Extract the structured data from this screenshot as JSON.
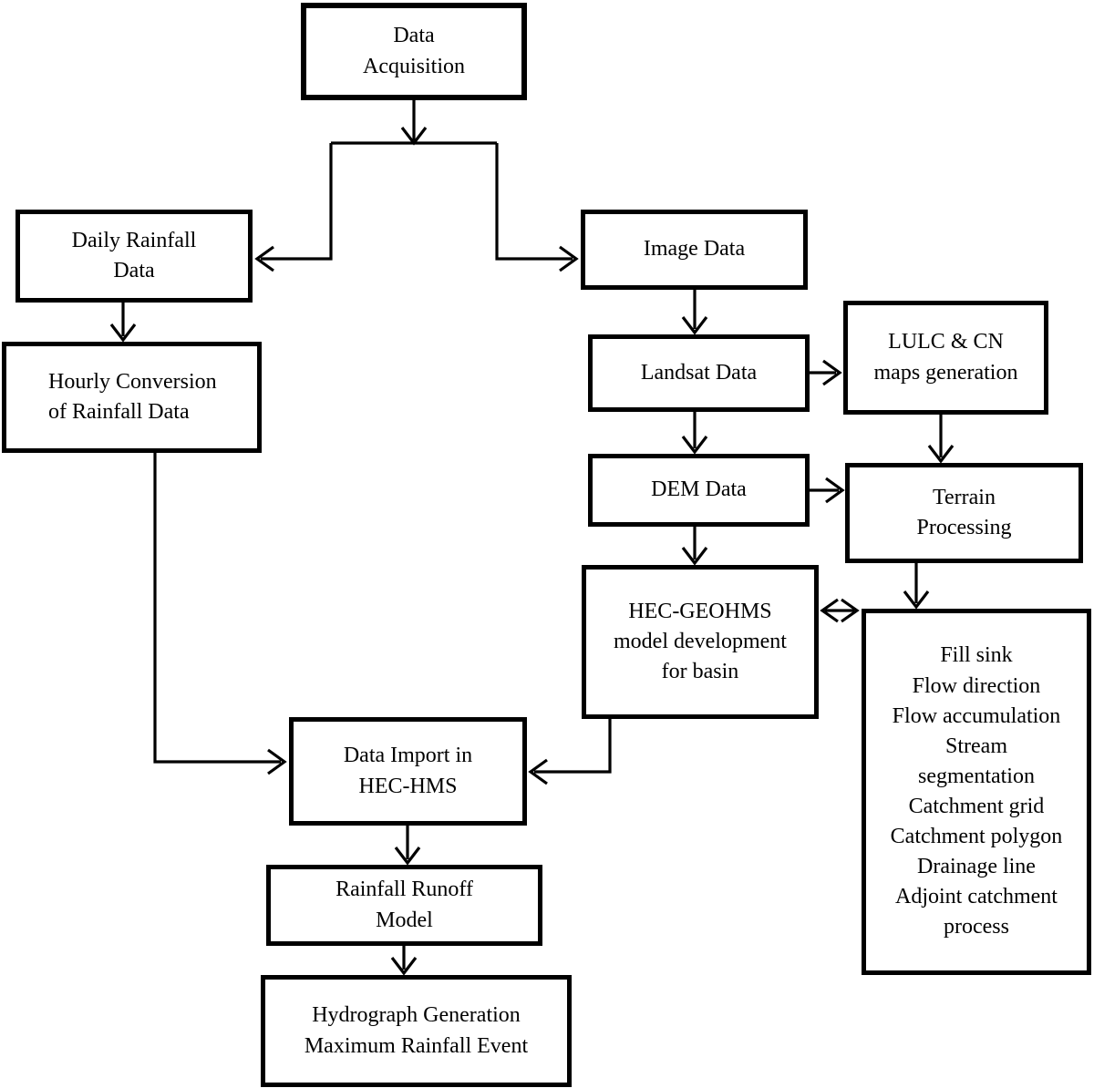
{
  "diagram": {
    "type": "flowchart",
    "nodes": {
      "data_acquisition": {
        "label": "Data\nAcquisition"
      },
      "daily_rainfall": {
        "label": "Daily Rainfall\nData"
      },
      "image_data": {
        "label": "Image Data"
      },
      "hourly_conversion": {
        "label": "Hourly Conversion\nof Rainfall Data"
      },
      "landsat_data": {
        "label": "Landsat Data"
      },
      "lulc_cn": {
        "label": "LULC & CN\nmaps generation"
      },
      "dem_data": {
        "label": "DEM Data"
      },
      "terrain_processing": {
        "label": "Terrain\nProcessing"
      },
      "hec_geohms": {
        "label": "HEC-GEOHMS\nmodel development\nfor basin"
      },
      "terrain_steps": {
        "label": "Fill sink\nFlow direction\nFlow accumulation\nStream\nsegmentation\nCatchment grid\nCatchment polygon\nDrainage line\nAdjoint catchment\nprocess"
      },
      "data_import": {
        "label": "Data Import in\nHEC-HMS"
      },
      "rainfall_runoff": {
        "label": "Rainfall Runoff\nModel"
      },
      "hydrograph": {
        "label": "Hydrograph Generation\nMaximum Rainfall Event"
      }
    },
    "edges": [
      {
        "from": "data_acquisition",
        "to": "daily_rainfall",
        "direction": "forward"
      },
      {
        "from": "data_acquisition",
        "to": "image_data",
        "direction": "forward"
      },
      {
        "from": "daily_rainfall",
        "to": "hourly_conversion",
        "direction": "forward"
      },
      {
        "from": "image_data",
        "to": "landsat_data",
        "direction": "forward"
      },
      {
        "from": "landsat_data",
        "to": "lulc_cn",
        "direction": "forward"
      },
      {
        "from": "landsat_data",
        "to": "dem_data",
        "direction": "forward"
      },
      {
        "from": "lulc_cn",
        "to": "terrain_processing",
        "direction": "forward"
      },
      {
        "from": "dem_data",
        "to": "terrain_processing",
        "direction": "forward"
      },
      {
        "from": "dem_data",
        "to": "hec_geohms",
        "direction": "forward"
      },
      {
        "from": "terrain_processing",
        "to": "terrain_steps",
        "direction": "forward"
      },
      {
        "from": "hec_geohms",
        "to": "terrain_steps",
        "direction": "both"
      },
      {
        "from": "hourly_conversion",
        "to": "data_import",
        "direction": "forward"
      },
      {
        "from": "hec_geohms",
        "to": "data_import",
        "direction": "forward"
      },
      {
        "from": "data_import",
        "to": "rainfall_runoff",
        "direction": "forward"
      },
      {
        "from": "rainfall_runoff",
        "to": "hydrograph",
        "direction": "forward"
      }
    ]
  },
  "colors": {
    "background": "#ffffff",
    "box_border": "#000000",
    "line": "#000000",
    "text": "#000000"
  }
}
